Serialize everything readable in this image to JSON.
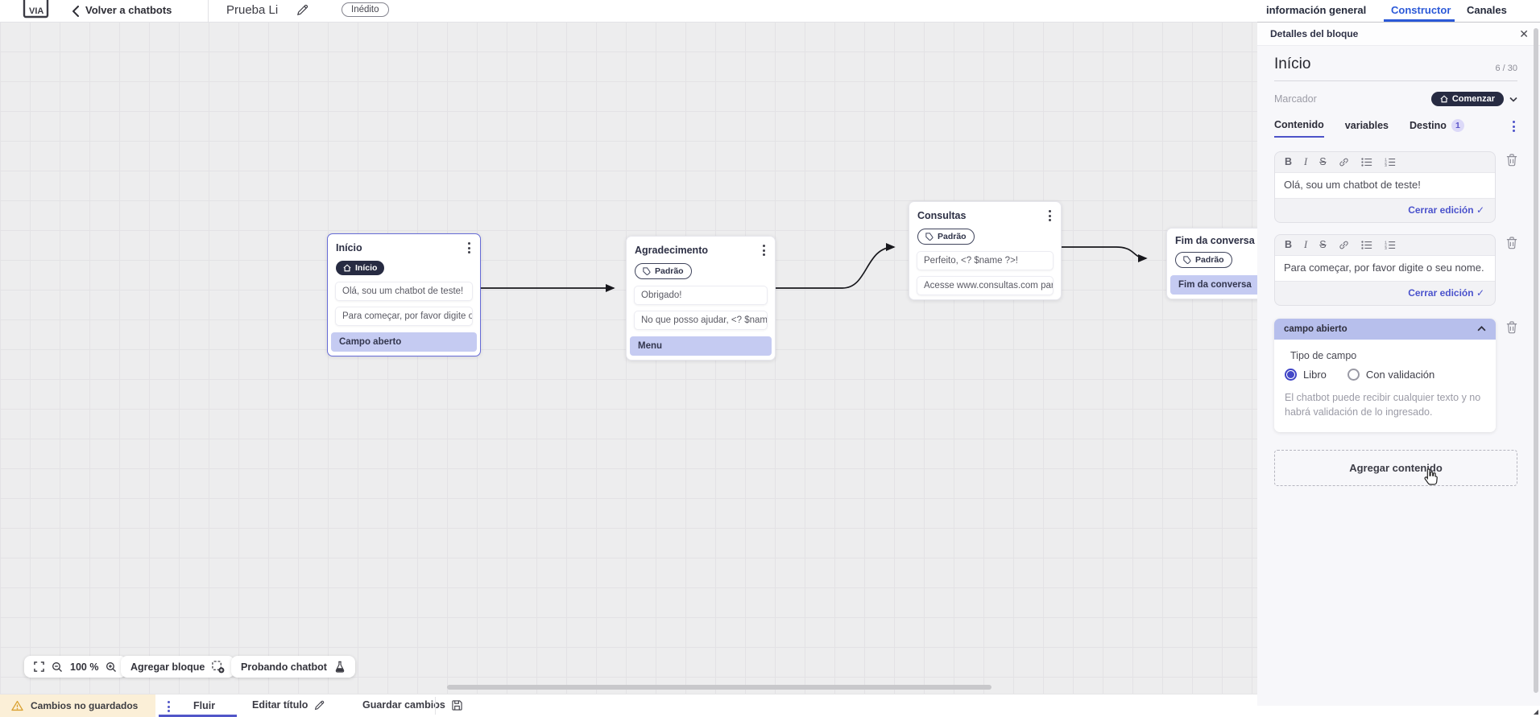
{
  "topbar": {
    "logo_text": "VIA",
    "back_label": "Volver a chatbots",
    "bot_title": "Prueba Li",
    "status_badge": "Inédito",
    "tabs": [
      {
        "label": "información general",
        "active": false
      },
      {
        "label": "Constructor",
        "active": true
      },
      {
        "label": "Canales",
        "active": false
      }
    ]
  },
  "canvas": {
    "zoom_level": "100 %",
    "add_block_label": "Agregar bloque",
    "test_chatbot_label": "Probando chatbot",
    "nodes": [
      {
        "title": "Início",
        "badge": "Início",
        "rows": [
          "Olá, sou um chatbot de teste!",
          "Para começar, por favor digite o ...",
          "Campo aberto"
        ]
      },
      {
        "title": "Agradecimento",
        "badge": "Padrão",
        "rows": [
          "Obrigado!",
          "No que posso ajudar, <? $name ...",
          "Menu"
        ]
      },
      {
        "title": "Consultas",
        "badge": "Padrão",
        "rows": [
          "Perfeito, <? $name ?>!",
          "Acesse www.consultas.com par..."
        ]
      },
      {
        "title": "Fim da conversa",
        "badge": "Padrão",
        "rows": [
          "Fim da conversa"
        ]
      }
    ]
  },
  "panel": {
    "header_title": "Detalles del bloque",
    "block_name": "Início",
    "name_counter": "6 / 30",
    "marker_label": "Marcador",
    "marker_value": "Comenzar",
    "tabs": {
      "content": "Contenido",
      "variables": "variables",
      "destination": "Destino",
      "destination_badge": "1"
    },
    "toolbar": {
      "bold": "B",
      "italic": "I",
      "strike": "S"
    },
    "editors": [
      {
        "text": "Olá, sou um chatbot de teste!",
        "close_label": "Cerrar edición"
      },
      {
        "text": "Para começar, por favor digite o seu nome.",
        "close_label": "Cerrar edición"
      }
    ],
    "open_field": {
      "title": "campo abierto",
      "type_label": "Tipo de campo",
      "option_free": "Libro",
      "option_validated": "Con validación",
      "selected": "Libro",
      "helper": "El chatbot puede recibir cualquier texto y no habrá validación de lo ingresado."
    },
    "add_content_label": "Agregar contenido"
  },
  "bottombar": {
    "unsaved_label": "Cambios no guardados",
    "flow_tab_label": "Fluir",
    "edit_title_label": "Editar título",
    "save_label": "Guardar cambios"
  },
  "icons": {
    "close": "✕",
    "check": "✓"
  },
  "colors": {
    "accent_indigo": "#5156c8",
    "active_tab_blue": "#2b59d8",
    "selected_node_border": "#666bd6",
    "lavender_row": "#c5cbf2",
    "dark_pill": "#272b42",
    "warning_bg": "#fbefd7",
    "canvas_bg": "#ededee"
  }
}
